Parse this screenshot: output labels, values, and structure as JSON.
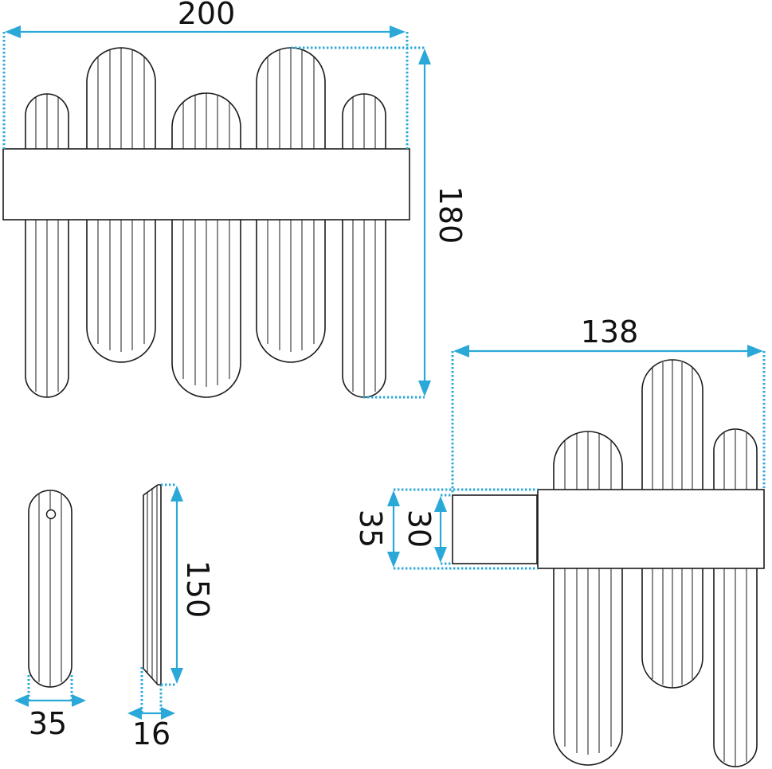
{
  "dimensions": {
    "front_width": "200",
    "front_height": "180",
    "side_depth": "138",
    "bracket_outer_height": "35",
    "bracket_inner_height": "30",
    "crystal_width": "35",
    "crystal_thickness": "16",
    "crystal_height": "150"
  },
  "colors": {
    "dimension_lines": "#2aa8d8",
    "outline": "#1a1a1a"
  }
}
